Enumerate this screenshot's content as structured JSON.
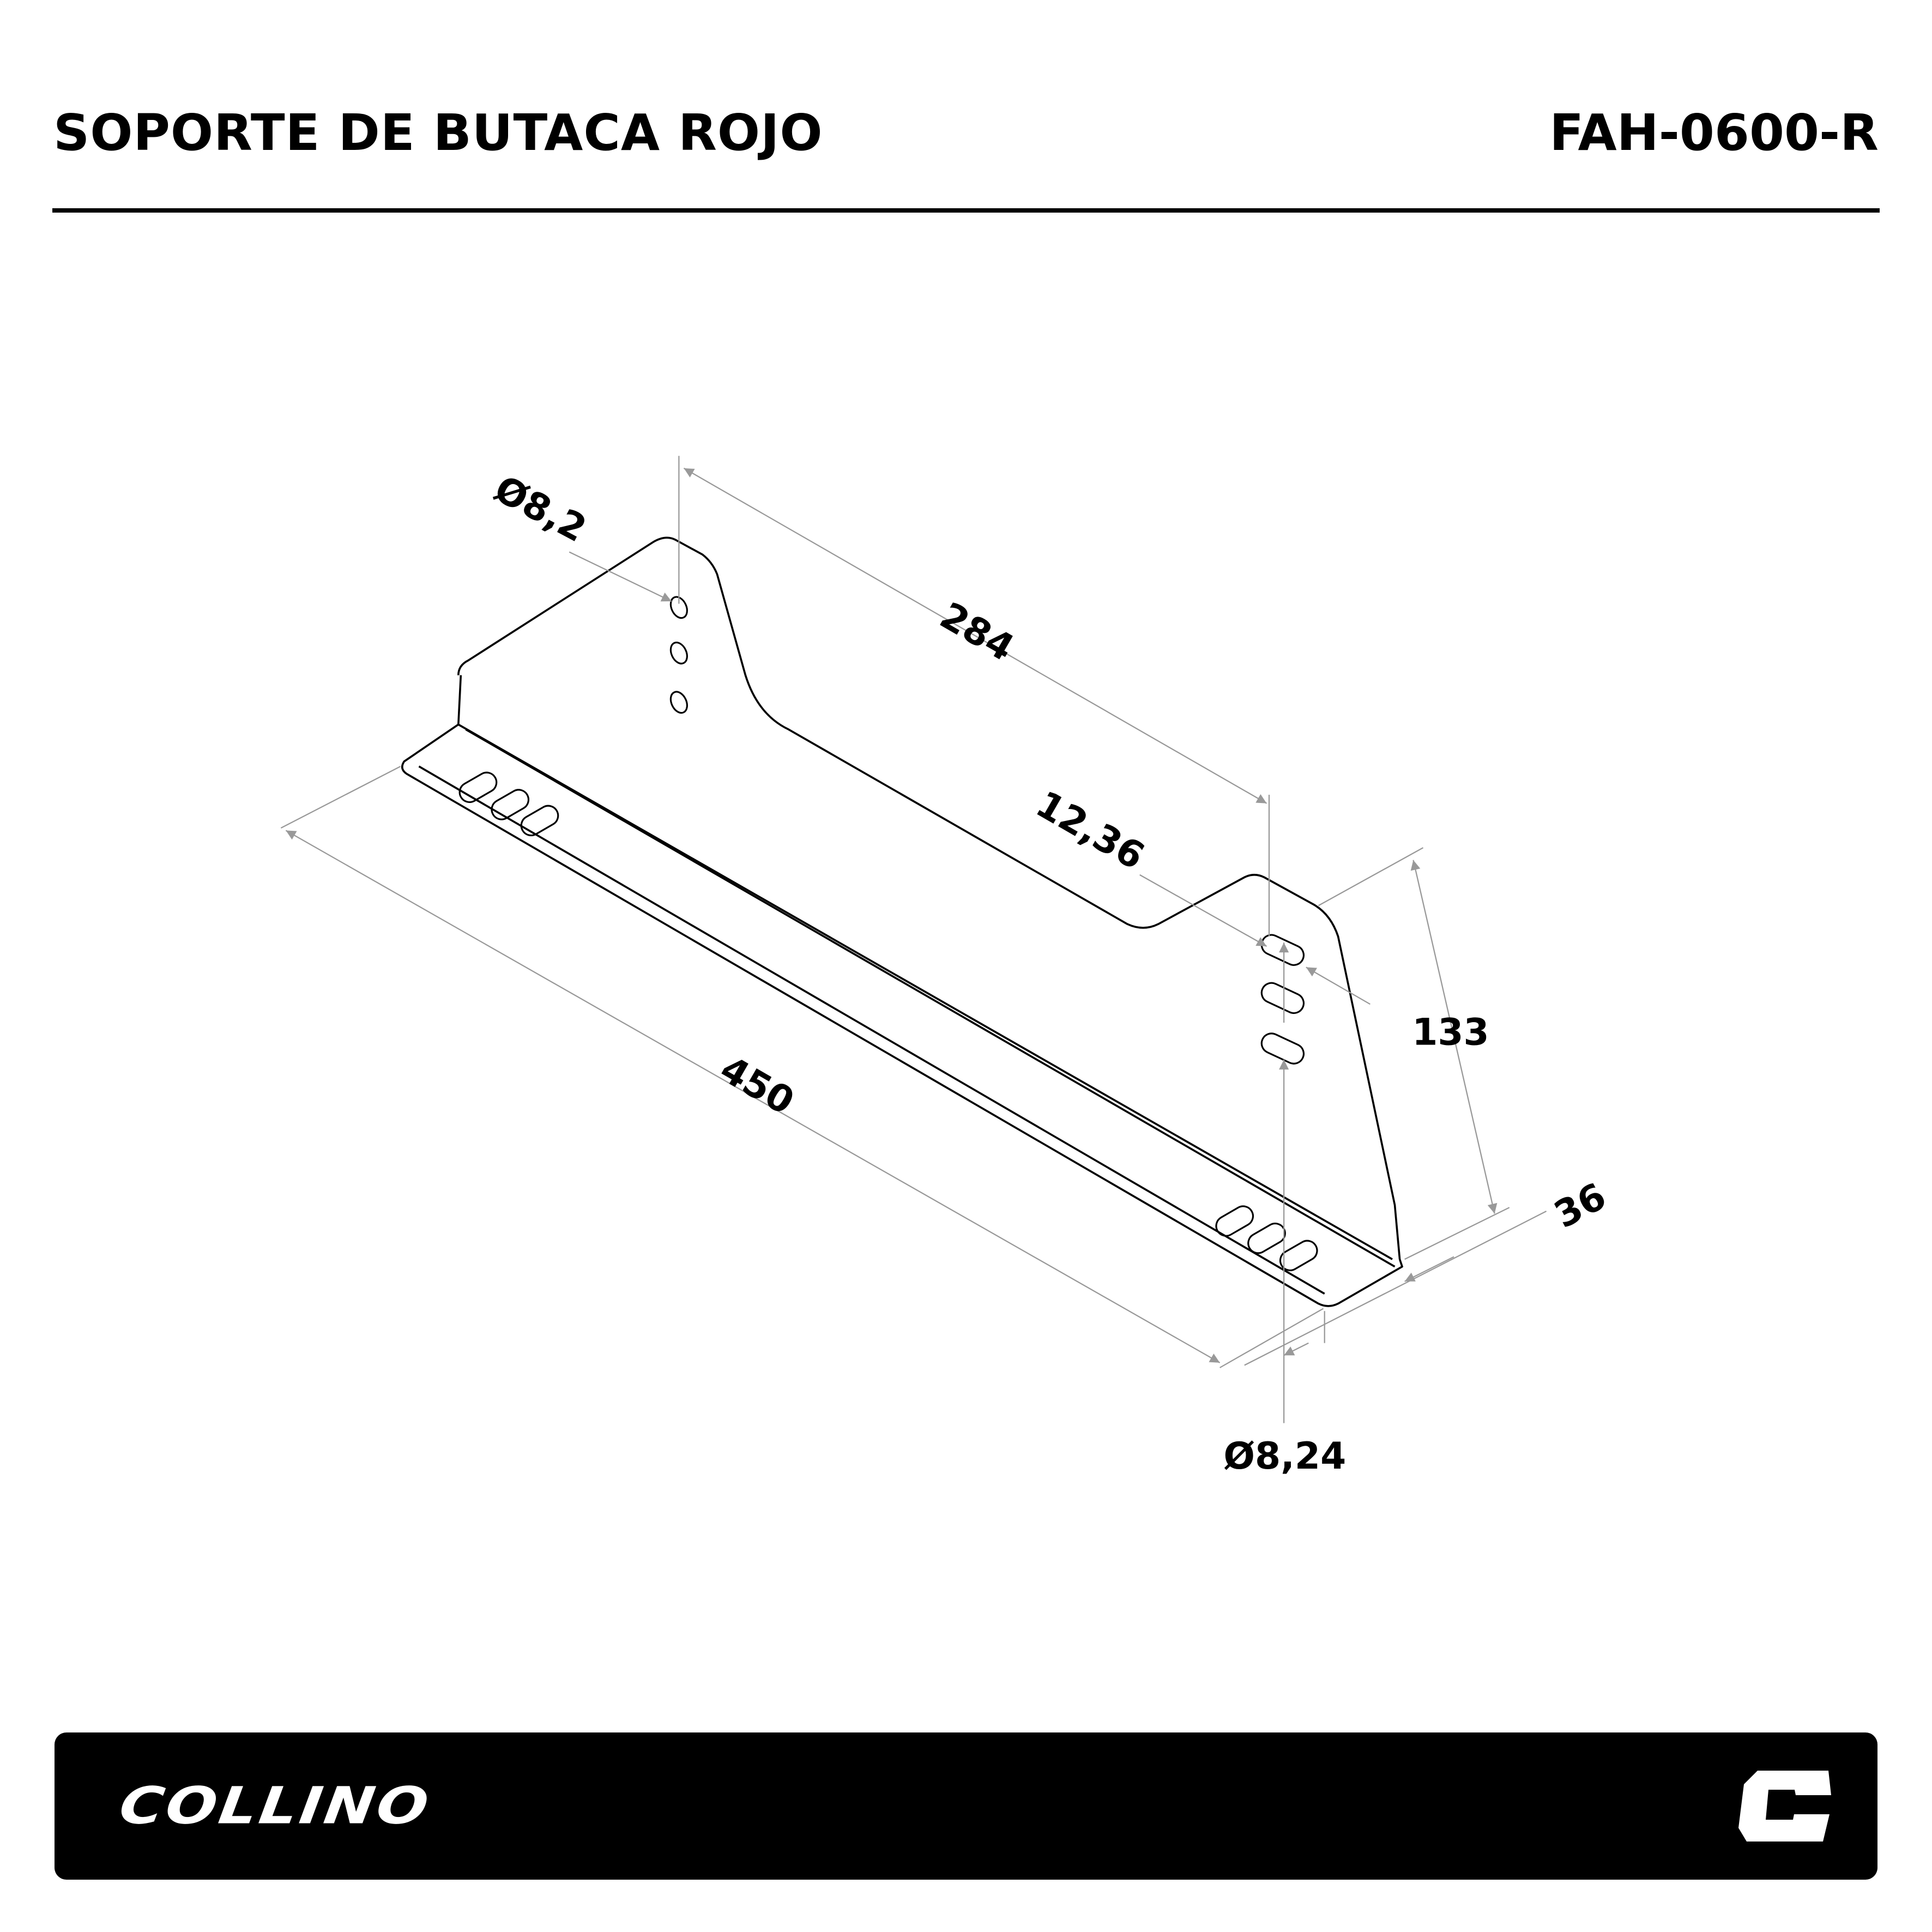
{
  "header": {
    "title": "SOPORTE DE BUTACA ROJO",
    "code": "FAH-0600-R"
  },
  "dimensions": {
    "hole_top": "Ø8,2",
    "length_top": "284",
    "slot_width": "12,36",
    "height": "133",
    "length_base": "450",
    "flange": "36",
    "hole_bottom": "Ø8,24"
  },
  "footer": {
    "brand": "COLLINO",
    "mark": "C"
  }
}
